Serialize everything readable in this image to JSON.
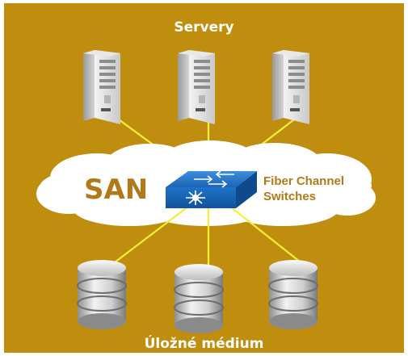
{
  "diagram": {
    "top_label": "Servery",
    "cloud_label": "SAN",
    "switch_label_line1": "Fiber Channel",
    "switch_label_line2": "Switches",
    "bottom_label": "Úložné médium"
  },
  "colors": {
    "background": "#c08e0e",
    "border": "#ffffff",
    "link": "#f3ef3a",
    "cloud": "#ffffff",
    "label_accent": "#b07a1a",
    "switch": "#1f6fc0"
  },
  "icons": {
    "servers": [
      "server-icon",
      "server-icon",
      "server-icon"
    ],
    "switch": "fiber-channel-switch-icon",
    "storage": [
      "database-icon",
      "database-icon",
      "database-icon"
    ]
  }
}
